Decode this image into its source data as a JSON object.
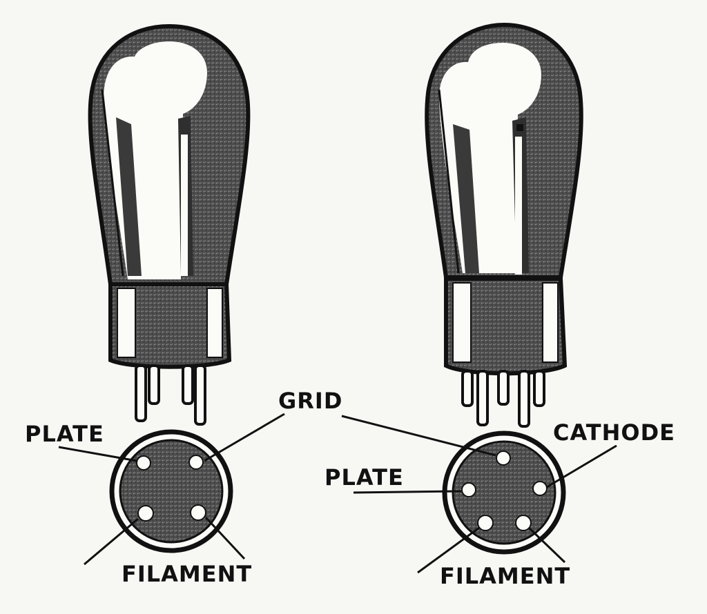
{
  "labels": {
    "tube1_plate": "PLATE",
    "grid": "GRID",
    "tube1_filament": "FILAMENT",
    "tube2_plate": "PLATE",
    "tube2_cathode": "CATHODE",
    "tube2_filament": "FILAMENT"
  },
  "colors": {
    "ink": "#111111",
    "paper": "#f7f7f4",
    "stipple": "#5a5a5a"
  }
}
